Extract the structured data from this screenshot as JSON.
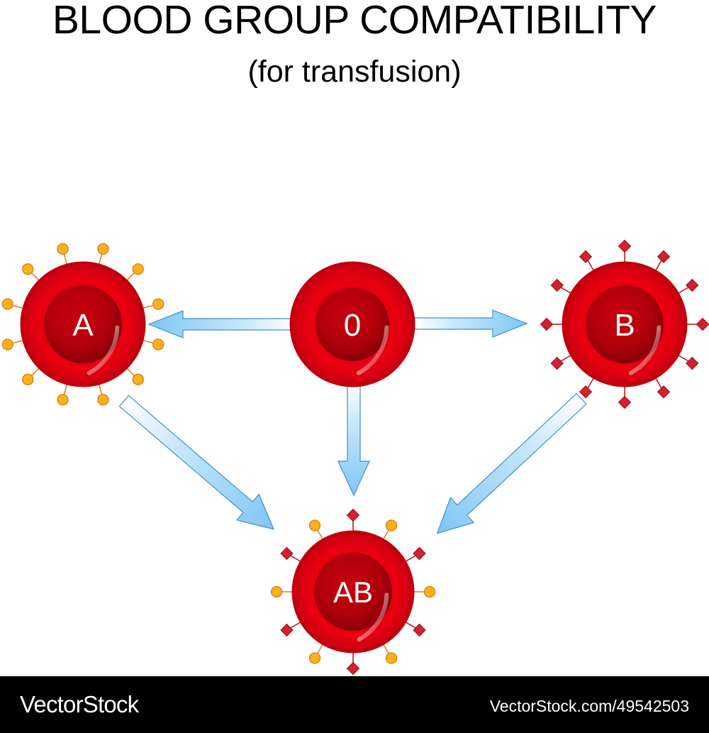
{
  "header": {
    "title": "BLOOD GROUP COMPATIBILITY",
    "subtitle": "(for transfusion)"
  },
  "cells": [
    {
      "id": "o",
      "label": "0",
      "antigens": "none"
    },
    {
      "id": "a",
      "label": "A",
      "antigens": "A-circle"
    },
    {
      "id": "b",
      "label": "B",
      "antigens": "B-diamond"
    },
    {
      "id": "ab",
      "label": "AB",
      "antigens": "A-circle+B-diamond"
    }
  ],
  "arrows": [
    {
      "from": "0",
      "to": "A"
    },
    {
      "from": "0",
      "to": "B"
    },
    {
      "from": "0",
      "to": "AB"
    },
    {
      "from": "A",
      "to": "AB"
    },
    {
      "from": "B",
      "to": "AB"
    }
  ],
  "colors": {
    "cell_red": "#e3000f",
    "cell_dark": "#8a0008",
    "arrow_fill": "#8fd0f5",
    "arrow_edge": "#3d8fd1",
    "antigen_a": "#f8b31c",
    "antigen_b": "#d3212d"
  },
  "footer": {
    "brand": "VectorStock",
    "image_id": "VectorStock.com/49542503"
  }
}
